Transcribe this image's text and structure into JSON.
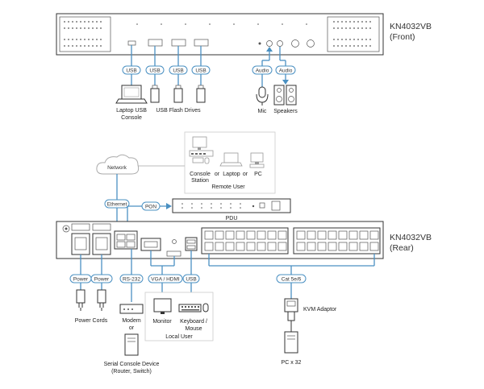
{
  "front": {
    "model": "KN4032VB",
    "side": "(Front)",
    "usb_tags": [
      "USB",
      "USB",
      "USB",
      "USB"
    ],
    "audio_tags": [
      "Audio",
      "Audio"
    ],
    "laptop_console": [
      "Laptop USB",
      "Console"
    ],
    "usb_flash": "USB Flash Drives",
    "mic": "Mic",
    "speakers": "Speakers"
  },
  "network": {
    "cloud": "Network",
    "remote_user": {
      "console_station": [
        "Console",
        "Station"
      ],
      "or1": "or",
      "laptop": "Laptop",
      "or2": "or",
      "pc": "PC",
      "caption": "Remote User"
    },
    "ethernet": "Ethernet",
    "pon": "PON",
    "pdu": "PDU"
  },
  "rear": {
    "model": "KN4032VB",
    "side": "(Rear)",
    "power_tags": [
      "Power",
      "Power"
    ],
    "power_cords": "Power Cords",
    "rs232": "RS-232",
    "modem": [
      "Modem",
      "or"
    ],
    "serial_device": [
      "Serial Console Device",
      "(Router, Switch)"
    ],
    "vga_hdmi": "VGA / HDMI",
    "usb": "USB",
    "monitor": "Monitor",
    "keyboard": [
      "Keyboard /",
      "Mouse"
    ],
    "local_user": "Local User",
    "cat5": "Cat 5e/6",
    "kvm_adaptor": "KVM Adaptor",
    "pc_x32": "PC x 32"
  },
  "colors": {
    "accent": "#4a90c2",
    "device": "#333333"
  },
  "icons": [
    "laptop-icon",
    "usb-flash-drive-icon",
    "microphone-icon",
    "speakers-icon",
    "cloud-icon",
    "console-station-icon",
    "pc-tower-icon",
    "monitor-icon",
    "keyboard-icon",
    "mouse-icon",
    "modem-icon",
    "power-plug-icon",
    "kvm-adaptor-icon"
  ]
}
